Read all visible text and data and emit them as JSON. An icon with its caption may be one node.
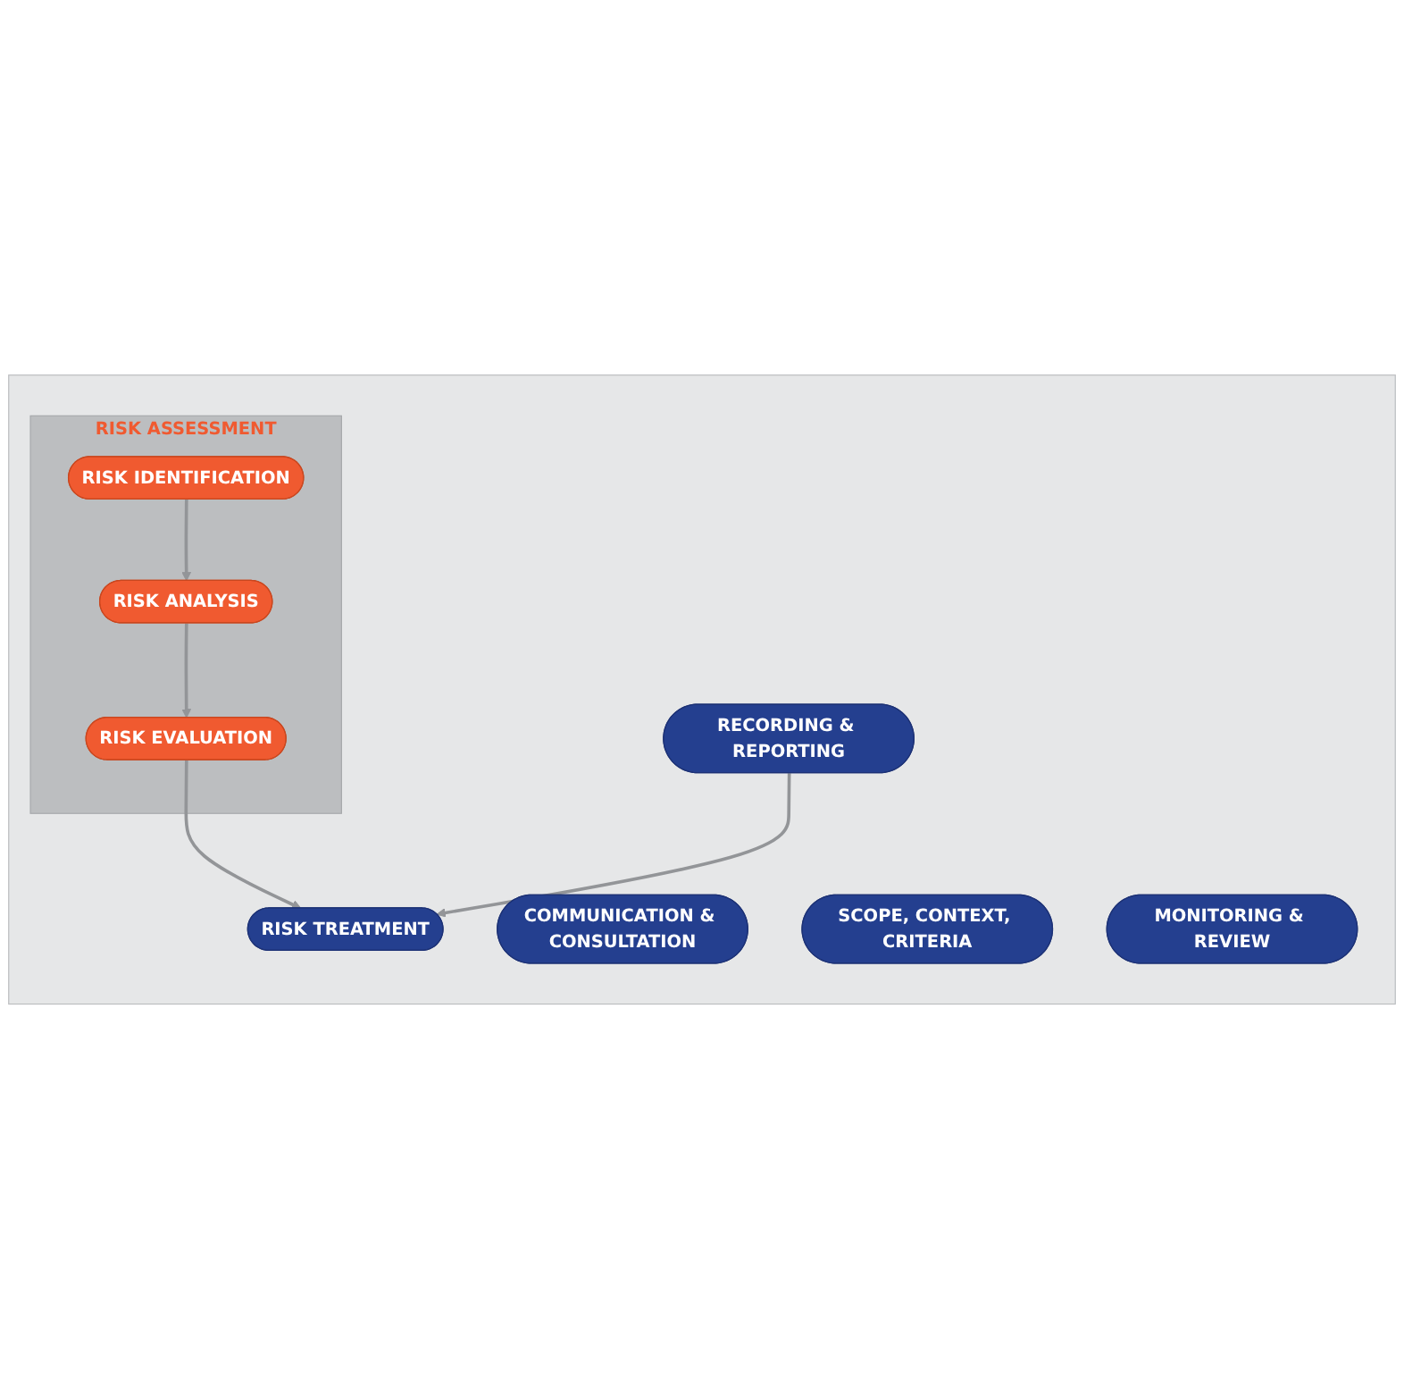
{
  "diagram": {
    "nodes": [
      {
        "text": [],
        "shape": "box"
      },
      {
        "text": [
          "COMMUNICATION & CONSULTATION"
        ],
        "in": 0
      },
      {
        "text": [
          "SCOPE, CONTEXT, CRITERIA"
        ],
        "in": 0
      },
      {
        "text": [
          "RISK ASSESSMENT"
        ],
        "in": 0
      },
      {
        "text": [
          "RISK IDENTIFICATION"
        ],
        "in": 3
      },
      {
        "text": [
          "RISK ANALYSIS"
        ],
        "in": 3
      },
      {
        "text": [
          "RISK EVALUATION"
        ],
        "in": 3
      },
      {
        "text": [
          "MONITORING & REVIEW"
        ],
        "in": 0
      },
      {
        "text": [
          "RISK TREATMENT"
        ],
        "in": 0
      },
      {
        "text": [
          "RECORDING & REPORTING"
        ],
        "in": 0
      }
    ],
    "edges": [
      {
        "from": 4,
        "to": 5,
        "arrow": "to"
      },
      {
        "from": 5,
        "to": 6,
        "arrow": "to"
      },
      {
        "from": 6,
        "to": 8,
        "arrow": "to"
      },
      {
        "from": 9,
        "to": 8,
        "arrow": "to"
      }
    ]
  }
}
